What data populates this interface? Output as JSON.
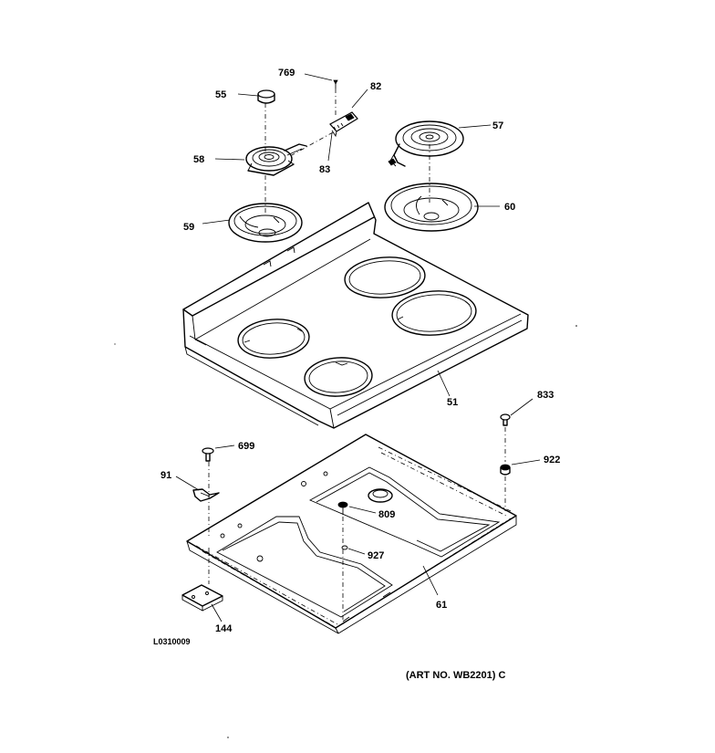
{
  "callouts": {
    "p769": "769",
    "p82": "82",
    "p55": "55",
    "p57": "57",
    "p58": "58",
    "p83": "83",
    "p60": "60",
    "p59": "59",
    "p51": "51",
    "p833": "833",
    "p699": "699",
    "p922": "922",
    "p91": "91",
    "p809": "809",
    "p927": "927",
    "p61": "61",
    "p144": "144"
  },
  "drawing_code": "L0310009",
  "art_number": "(ART NO. WB2201) C"
}
